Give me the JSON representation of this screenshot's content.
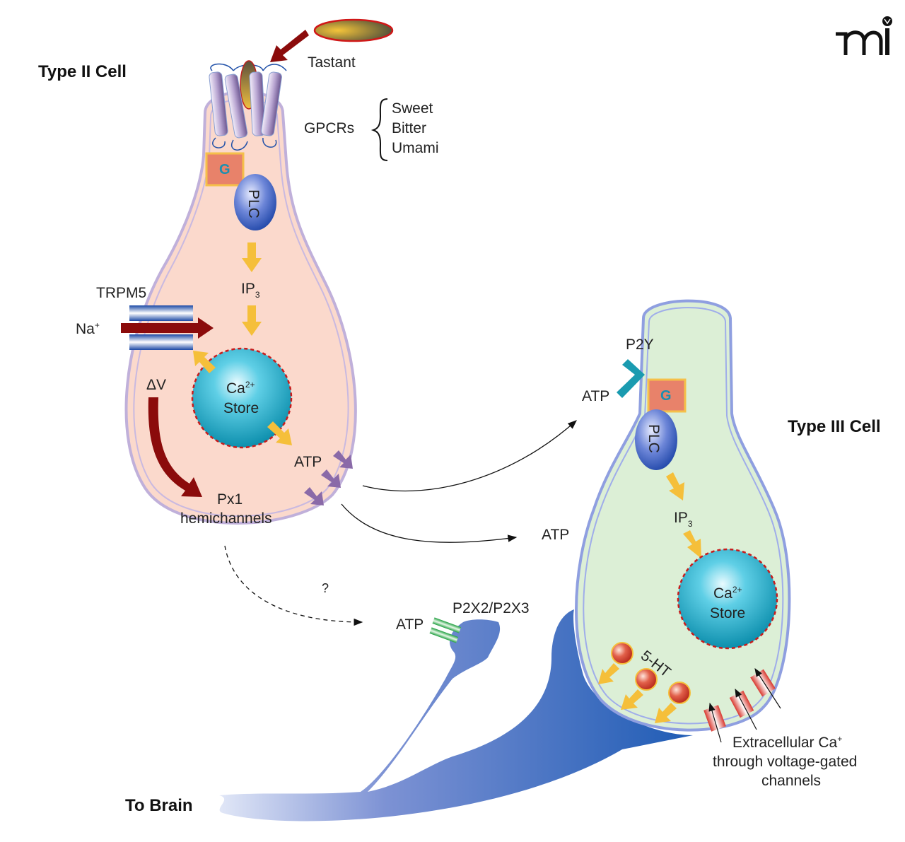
{
  "logo": {
    "text": "mi"
  },
  "type2": {
    "title": "Type II Cell",
    "tastant": "Tastant",
    "gpcrs": "GPCRs",
    "receptor_types": [
      "Sweet",
      "Bitter",
      "Umami"
    ],
    "g_protein": "G",
    "plc": "PLC",
    "ip3_main": "IP",
    "ip3_sub": "3",
    "trpm5": "TRPM5",
    "na": "Na",
    "na_sup": "+",
    "delta_v": "ΔV",
    "ca_main": "Ca",
    "ca_sup": "2+",
    "store": "Store",
    "atp": "ATP",
    "px1": "Px1",
    "hemichannels": "hemichannels"
  },
  "type3": {
    "title": "Type III Cell",
    "p2y": "P2Y",
    "atp": "ATP",
    "g_protein": "G",
    "plc": "PLC",
    "ip3_main": "IP",
    "ip3_sub": "3",
    "ca_main": "Ca",
    "ca_sup": "2+",
    "store": "Store",
    "serotonin": "5-HT",
    "extracellular_lines": [
      "Extracellular Ca",
      "through voltage-gated",
      "channels"
    ],
    "extracellular_sup": "+"
  },
  "middle": {
    "atp_free": "ATP",
    "question": "?",
    "atp_nerve": "ATP",
    "p2x": "P2X2/P2X3"
  },
  "nerve": {
    "label": "To Brain"
  },
  "colors": {
    "type2_fill": "#fbd9cc",
    "type3_fill": "#dcefd6",
    "membrane": "#b8a9d6",
    "membrane3": "#8f9fe0",
    "dark_red": "#8b0b0b",
    "yellow": "#f5bf3a",
    "purple": "#8a6aa8",
    "teal": "#1a9bb0",
    "nerve_blue": "#2a5fb8"
  }
}
